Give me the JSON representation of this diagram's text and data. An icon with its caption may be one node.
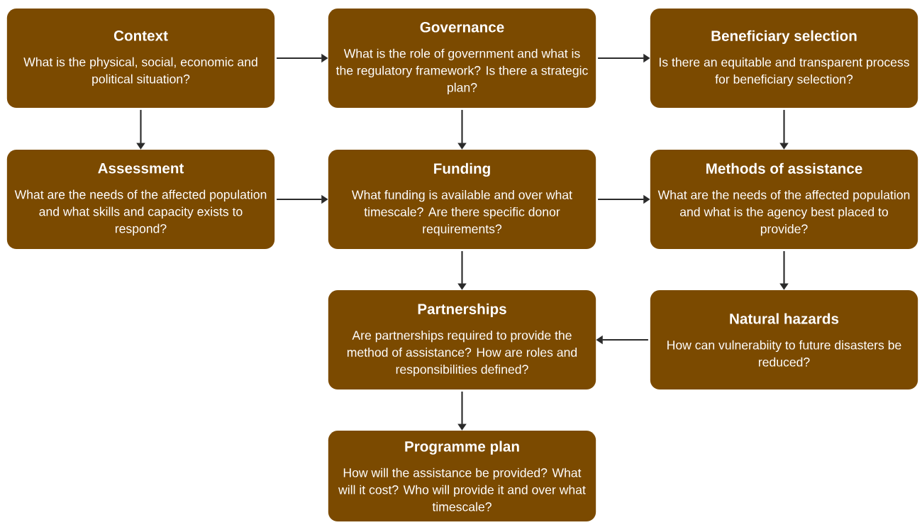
{
  "diagram": {
    "nodes": [
      {
        "text": [
          "Context",
          "What is the physical, social, economic and political situation?"
        ]
      },
      {
        "text": [
          "Governance",
          "What is the role of government and what is the regulatory framework? Is there a strategic plan?"
        ]
      },
      {
        "text": [
          "Beneficiary selection",
          "Is there an equitable and transparent process for beneficiary selection?"
        ]
      },
      {
        "text": [
          "Assessment",
          "What are the needs of the affected population and what skills and capacity exists to respond?"
        ]
      },
      {
        "text": [
          "Funding",
          "What funding is available and over what timescale? Are there specific donor requirements?"
        ]
      },
      {
        "text": [
          "Methods of assistance",
          "What are the needs of the affected population and what is the agency best placed to provide?"
        ]
      },
      {
        "text": [
          "Partnerships",
          "Are partnerships required to provide the method of assistance? How are roles and responsibilities defined?"
        ]
      },
      {
        "text": [
          "Natural hazards",
          "How can vulnerabiity to future disasters be reduced?"
        ]
      },
      {
        "text": [
          "Programme plan",
          "How will the assistance be provided? What will it cost? Who will provide it and over what timescale?"
        ]
      }
    ],
    "edges": [
      {
        "from": 0,
        "to": 1,
        "arrow": "to"
      },
      {
        "from": 1,
        "to": 2,
        "arrow": "to"
      },
      {
        "from": 0,
        "to": 3,
        "arrow": "to"
      },
      {
        "from": 1,
        "to": 4,
        "arrow": "to"
      },
      {
        "from": 2,
        "to": 5,
        "arrow": "to"
      },
      {
        "from": 3,
        "to": 4,
        "arrow": "to"
      },
      {
        "from": 4,
        "to": 5,
        "arrow": "to"
      },
      {
        "from": 4,
        "to": 6,
        "arrow": "to"
      },
      {
        "from": 5,
        "to": 7,
        "arrow": "to"
      },
      {
        "from": 7,
        "to": 6,
        "arrow": "to"
      },
      {
        "from": 6,
        "to": 8,
        "arrow": "to"
      }
    ]
  }
}
